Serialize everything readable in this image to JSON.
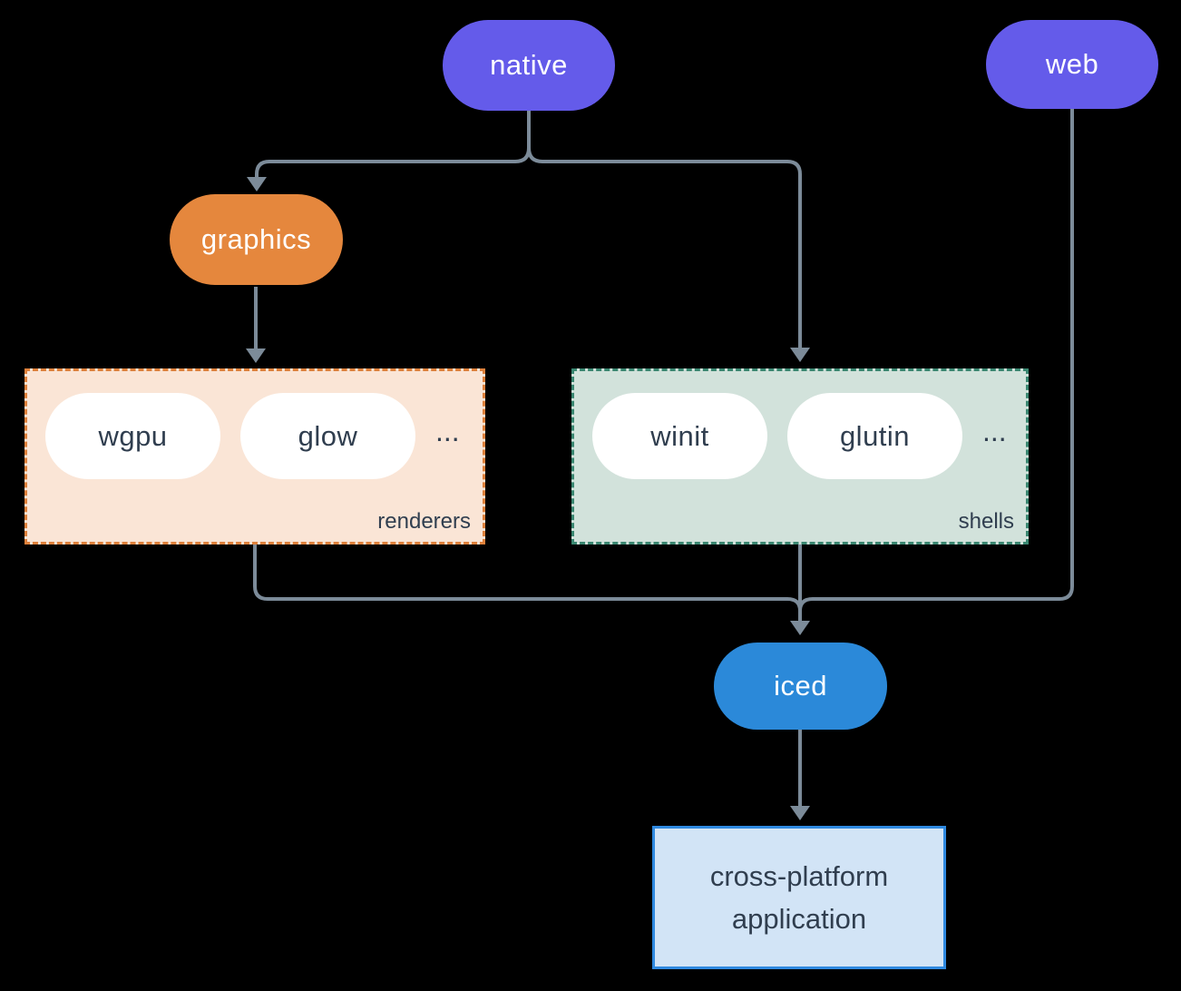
{
  "canvas": {
    "background": "#000000",
    "edge_color": "#7C8B99"
  },
  "nodes": {
    "native": {
      "label": "native",
      "fill": "#645BEA",
      "text_color": "#FFFFFF"
    },
    "web": {
      "label": "web",
      "fill": "#645BEA",
      "text_color": "#FFFFFF"
    },
    "graphics": {
      "label": "graphics",
      "fill": "#E5873D",
      "text_color": "#FFFFFF"
    },
    "iced": {
      "label": "iced",
      "fill": "#2B89D9",
      "text_color": "#FFFFFF"
    },
    "application": {
      "line1": "cross-platform",
      "line2": "application",
      "fill": "#D2E4F6",
      "border": "#2F89E0",
      "text_color": "#303E4F"
    }
  },
  "groups": {
    "renderers": {
      "label": "renderers",
      "items": [
        "wgpu",
        "glow"
      ],
      "ellipsis": "...",
      "fill": "#FAE5D6",
      "border": "#DF813B"
    },
    "shells": {
      "label": "shells",
      "items": [
        "winit",
        "glutin"
      ],
      "ellipsis": "...",
      "fill": "#D2E2DB",
      "border": "#3A8771"
    }
  },
  "edges": [
    {
      "from": "native",
      "to": "graphics"
    },
    {
      "from": "native",
      "to": "shells"
    },
    {
      "from": "graphics",
      "to": "renderers"
    },
    {
      "from": "renderers",
      "to": "iced"
    },
    {
      "from": "shells",
      "to": "iced"
    },
    {
      "from": "web",
      "to": "iced"
    },
    {
      "from": "iced",
      "to": "application"
    }
  ]
}
